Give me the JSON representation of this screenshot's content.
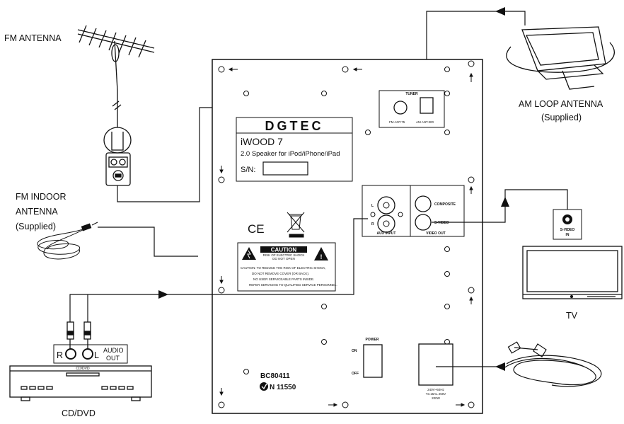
{
  "labels": {
    "fm_antenna": "FM ANTENNA",
    "fm_indoor_1": "FM INDOOR",
    "fm_indoor_2": "ANTENNA",
    "fm_indoor_3": "(Supplied)",
    "am_loop_1": "AM LOOP ANTENNA",
    "am_loop_2": "(Supplied)",
    "tv": "TV",
    "cddvd": "CD/DVD",
    "cddvd_panel": "CD/DVD"
  },
  "audio_out": {
    "r": "R",
    "l": "L",
    "line1": "AUDIO",
    "line2": "OUT"
  },
  "tv_input": {
    "line1": "S-VIDEO",
    "line2": "IN"
  },
  "panel": {
    "brand": "DGTEC",
    "model": "iWOOD 7",
    "subtitle": "2.0 Speaker for iPod/iPhone/iPad",
    "serial_label": "S/N:",
    "tuner": {
      "title": "TUNER",
      "fm": "FM ANT.75",
      "am": "AM ANT.300"
    },
    "aux": {
      "l": "L",
      "r": "R",
      "title": "AUX INPUT"
    },
    "video": {
      "composite": "COMPOSITE",
      "svideo": "S-VIDEO",
      "title": "VIDEO OUT"
    },
    "ce": "CE",
    "caution": {
      "title": "CAUTION",
      "sub1": "RISK OF ELECTRIC SHOCK",
      "sub2": "DO NOT OPEN",
      "t1": "CAUTION: TO REDUCE THE RISK OF ELECTRIC SHOCK,",
      "t2": "DO NOT REMOVE COVER (OR BACK).",
      "t3": "NO USER SERVICEABLE PARTS INSIDE.",
      "t4": "REFER SERVICING TO QUALIFIED SERVICE PERSONNEL."
    },
    "power": {
      "title": "POWER",
      "on": "ON",
      "off": "OFF"
    },
    "mains": {
      "l1": "240V~50Hz",
      "l2": "T3.15AL 250V",
      "l3": "200W"
    },
    "code": "BC80411",
    "approval": "N 11550"
  }
}
